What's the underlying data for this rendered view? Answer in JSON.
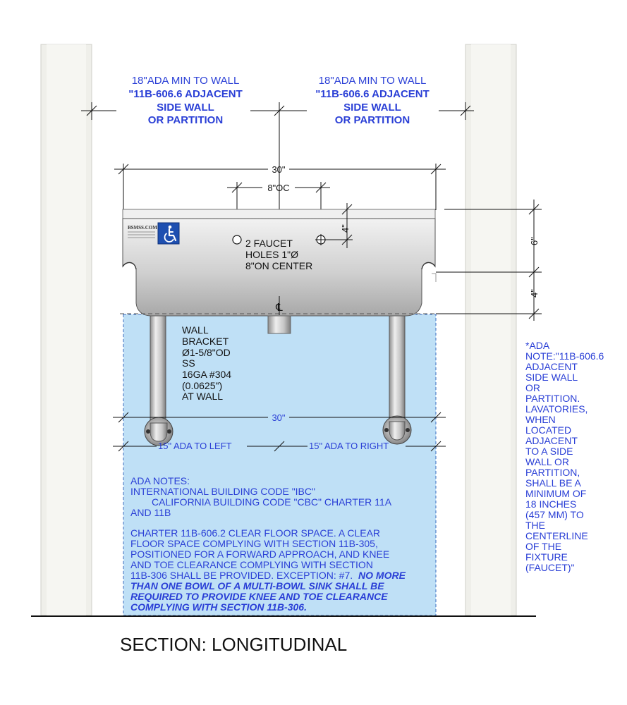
{
  "callouts": {
    "left_wall": [
      "18\"ADA MIN TO WALL",
      "\"11B-606.6 ADJACENT",
      "SIDE WALL",
      "OR PARTITION"
    ],
    "right_wall": [
      "18\"ADA MIN TO WALL",
      "\"11B-606.6 ADJACENT",
      "SIDE WALL",
      "OR PARTITION"
    ]
  },
  "dimensions": {
    "overall_width": "30\"",
    "faucet_spacing": "8\"OC",
    "hole_to_top": "4\"",
    "deck_height": "6\"",
    "bowl_depth": "4\"",
    "lower_width": "30\"",
    "ada_left": "15\" ADA TO LEFT",
    "ada_right": "15\" ADA TO RIGHT"
  },
  "sink": {
    "brand": "BSMSS.COM",
    "faucet_note": [
      "2 FAUCET",
      "HOLES 1\"Ø",
      "8\"ON CENTER"
    ],
    "centerline_symbol": "℄",
    "bracket_note": [
      "WALL",
      "BRACKET",
      "Ø1-5/8\"OD",
      "SS",
      "16GA #304",
      "(0.0625\")",
      "AT WALL"
    ]
  },
  "ada_notes": {
    "heading": "ADA NOTES:",
    "code_lines": [
      "INTERNATIONAL BUILDING CODE \"IBC\"",
      "CALIFORNIA BUILDING CODE \"CBC\" CHARTER 11A",
      "AND 11B"
    ],
    "body_lines": [
      "CHARTER 11B-606.2 CLEAR FLOOR SPACE. A CLEAR",
      "FLOOR SPACE COMPLYING WITH SECTION 11B-305,",
      "POSITIONED FOR A FORWARD APPROACH, AND KNEE",
      "AND TOE CLEARANCE COMPLYING WITH SECTION"
    ],
    "body_last": "11B-306 SHALL BE PROVIDED. EXCEPTION: #7.",
    "emphasis_first": "NO MORE",
    "emphasis_lines": [
      "THAN ONE BOWL OF A MULTI-BOWL SINK SHALL BE",
      "REQUIRED TO PROVIDE KNEE AND TOE CLEARANCE",
      "COMPLYING WITH SECTION 11B-306."
    ]
  },
  "side_note": [
    "*ADA",
    "NOTE:\"11B-606.6",
    "ADJACENT",
    "SIDE WALL",
    "OR",
    "PARTITION.",
    "LAVATORIES,",
    "WHEN",
    "LOCATED",
    "ADJACENT",
    "TO A SIDE",
    "WALL OR",
    "PARTITION,",
    "SHALL BE A",
    "MINIMUM OF",
    "18 INCHES",
    "(457 MM) TO",
    "THE",
    "CENTERLINE",
    "OF THE",
    "FIXTURE",
    "(FAUCET)\""
  ],
  "caption": "SECTION: LONGITUDINAL",
  "colors": {
    "annotation_blue": "#2a3fd6",
    "clear_floor_fill": "#bfe0f6",
    "wall_fill": "#efefea",
    "steel_light": "#e4e4e4",
    "steel_dark": "#9a9a9a"
  }
}
